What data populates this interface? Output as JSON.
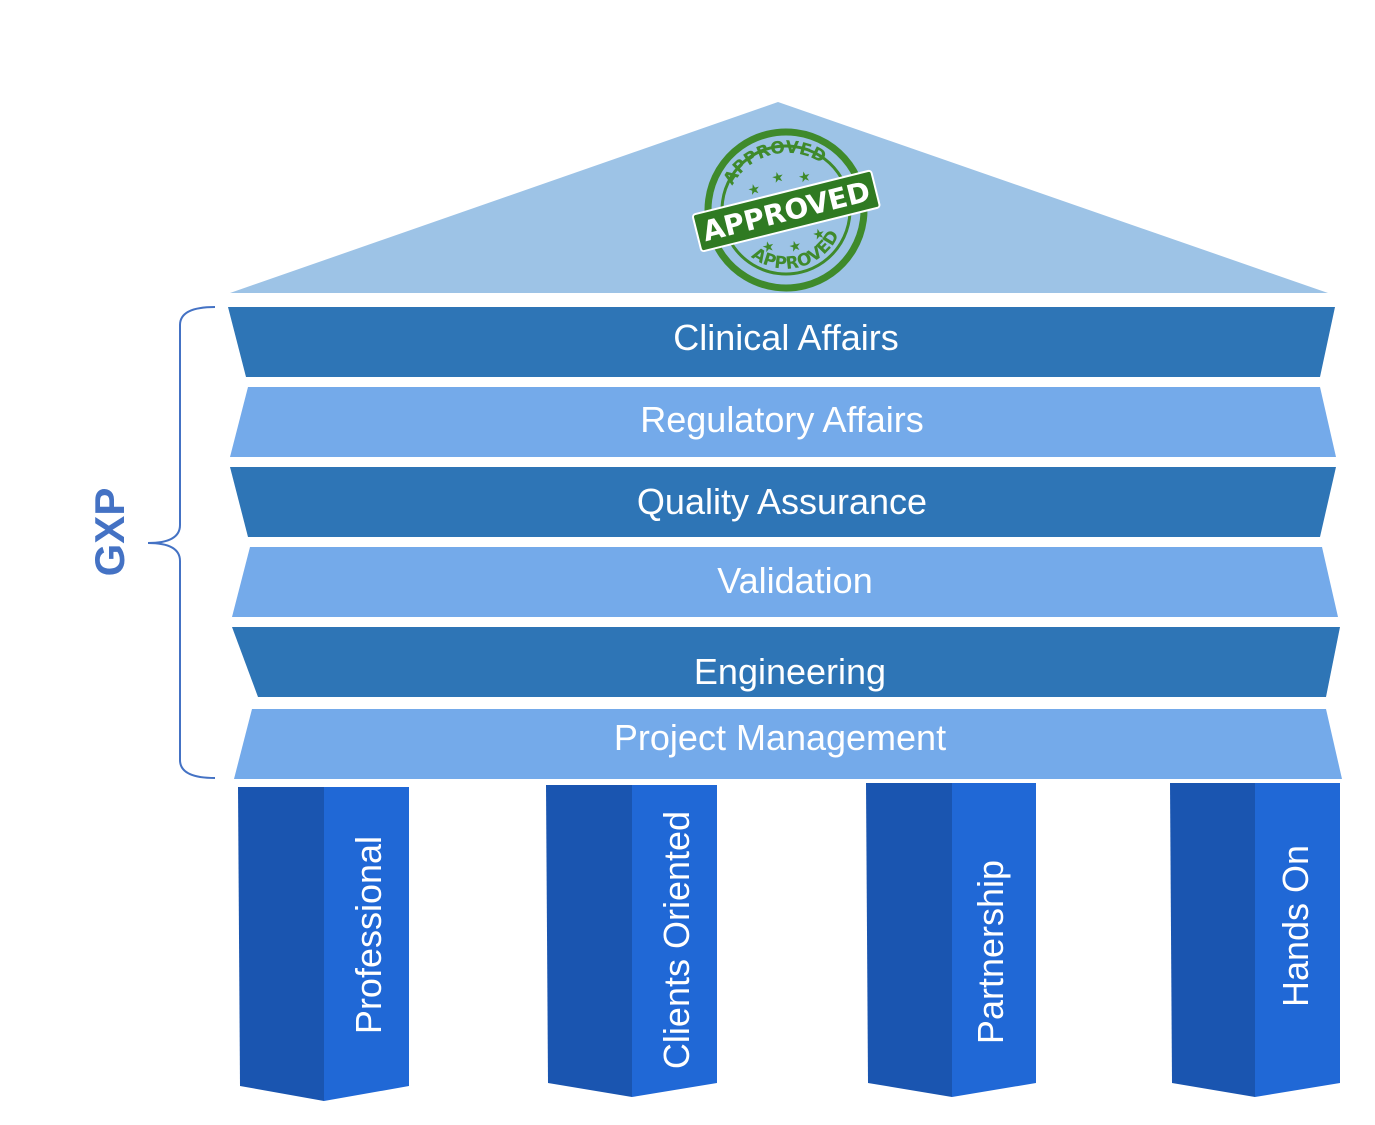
{
  "roof": {
    "stamp": {
      "banner_text": "APPROVED",
      "ring_text_top": "APPROVED",
      "ring_text_bottom": "APPROVED",
      "color": "#3f8a2b"
    },
    "color": "#9dc3e6"
  },
  "bands": [
    {
      "label": "Clinical Affairs",
      "color": "#2e75b6"
    },
    {
      "label": "Regulatory Affairs",
      "color": "#74aaea"
    },
    {
      "label": "Quality Assurance",
      "color": "#2e75b6"
    },
    {
      "label": "Validation",
      "color": "#74aaea"
    },
    {
      "label": "Engineering",
      "color": "#2e75b6"
    },
    {
      "label": "Project Management",
      "color": "#74aaea"
    }
  ],
  "bracket": {
    "label": "GXP",
    "color": "#4472c4"
  },
  "pillars": [
    {
      "label": "Professional"
    },
    {
      "label": "Clients Oriented"
    },
    {
      "label": "Partnership"
    },
    {
      "label": "Hands On"
    }
  ],
  "pillar_colors": {
    "front": "#1a55b0",
    "side": "#2068d6"
  }
}
